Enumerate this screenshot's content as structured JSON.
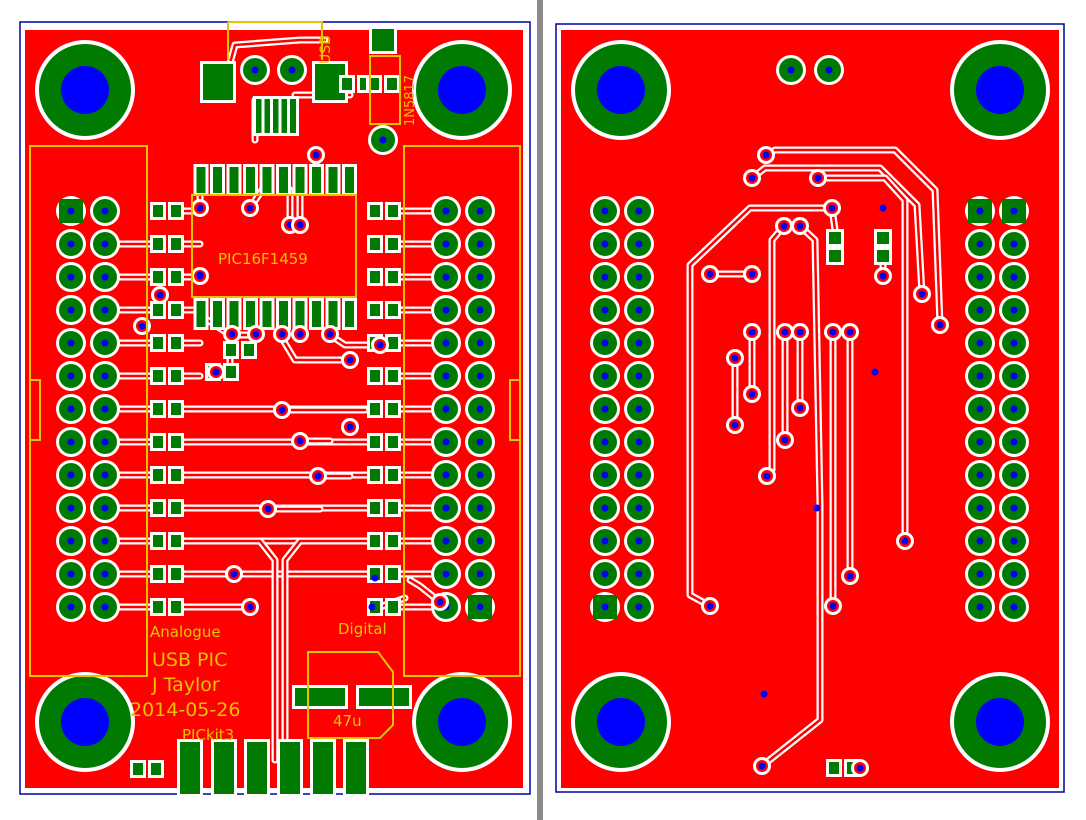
{
  "colors": {
    "copper": "#ff0000",
    "pad": "#007a00",
    "via": "#0000ff",
    "silkscreen": "#e8c400",
    "clearance": "#ffffff",
    "outline": "#0000aa"
  },
  "top_layer": {
    "labels": {
      "usb": "USB",
      "diode": "1N5817",
      "chip": "PIC16F1459",
      "analogue": "Analogue",
      "digital": "Digital",
      "title": "USB PIC",
      "author": "J Taylor",
      "date": "2014-05-26",
      "programmer": "PICkit3",
      "capacitor": "47u"
    }
  },
  "bottom_layer": {}
}
